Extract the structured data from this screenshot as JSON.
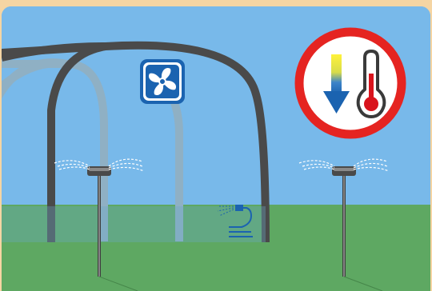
{
  "scene": {
    "title": "",
    "elements": {
      "greenhouse": "greenhouse-tunnel",
      "fan": "fan-icon",
      "sprinklers": [
        "sprinkler-left",
        "sprinkler-right"
      ],
      "hose": "hose-icon",
      "temperature_sign": "temperature-decrease-sign"
    }
  },
  "colors": {
    "sky": "#78b9ea",
    "ground": "#5ea862",
    "frame_dark": "#4a4a4a",
    "frame_light": "#8fb0c4",
    "accent_blue": "#1b63b0",
    "sign_red": "#e52421",
    "thermo_red": "#d9141d",
    "arrow_yellow": "#ffe600"
  }
}
